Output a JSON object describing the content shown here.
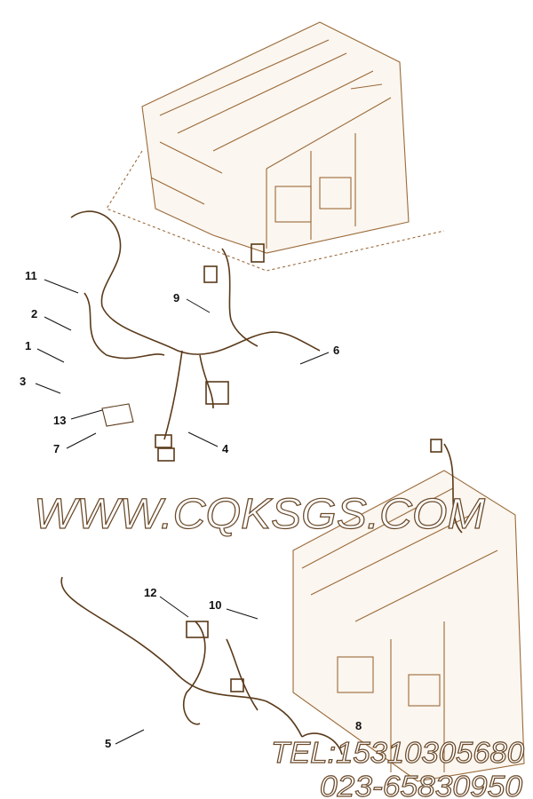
{
  "diagram": {
    "callouts": [
      {
        "id": "11",
        "label": "11"
      },
      {
        "id": "2",
        "label": "2"
      },
      {
        "id": "1",
        "label": "1"
      },
      {
        "id": "3",
        "label": "3"
      },
      {
        "id": "13",
        "label": "13"
      },
      {
        "id": "7",
        "label": "7"
      },
      {
        "id": "9",
        "label": "9"
      },
      {
        "id": "6",
        "label": "6"
      },
      {
        "id": "4",
        "label": "4"
      },
      {
        "id": "12",
        "label": "12"
      },
      {
        "id": "10",
        "label": "10"
      },
      {
        "id": "5",
        "label": "5"
      },
      {
        "id": "8",
        "label": "8"
      }
    ],
    "line_color": "#9a6a3a"
  },
  "watermark": {
    "url": "WWW.CQKSGS.COM",
    "tel": "TEL:15310305680",
    "phone": "023-65830950"
  }
}
